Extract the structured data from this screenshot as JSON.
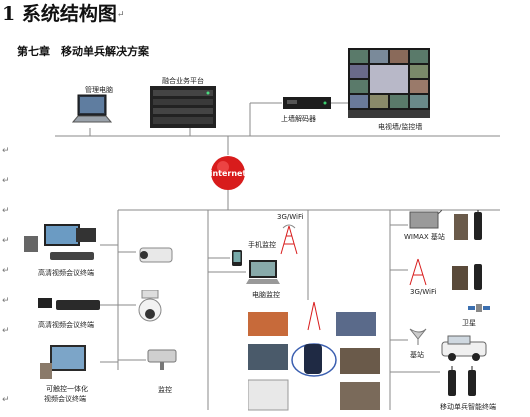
{
  "heading": {
    "number": "1",
    "title": "系统结构图",
    "paragraph_mark": "↵"
  },
  "chapter": "第七章　移动单兵解决方案",
  "center": "internet",
  "labels": {
    "mgmt_pc": "管理电脑",
    "fusion_platform": "融合业务平台",
    "wall_decoder": "上墙解码器",
    "tv_wall": "电视墙/监控墙",
    "hd_conf_1": "高清视频会议终端",
    "hd_conf_2": "高清视频会议终端",
    "all_in_one_1": "可触控一体化",
    "all_in_one_2": "视频会议终端",
    "surveillance": "监控",
    "mobile_3g": "3G/WiFi",
    "phone_monitor": "手机监控",
    "pc_monitor": "电脑监控",
    "wimax": "WIMAX 基站",
    "wifi_3g": "3G/WiFi",
    "satellite": "卫星",
    "ground_station": "基站",
    "soldier_terminal": "移动单兵智能终端"
  },
  "colors": {
    "hub": "#d81c1c",
    "line": "#8a8a8a"
  },
  "icons": [
    "laptop-icon",
    "server-rack-icon",
    "decoder-icon",
    "video-wall-icon",
    "conference-icon",
    "camera-icon",
    "antenna-icon",
    "satellite-icon",
    "radio-icon",
    "vehicle-icon"
  ]
}
